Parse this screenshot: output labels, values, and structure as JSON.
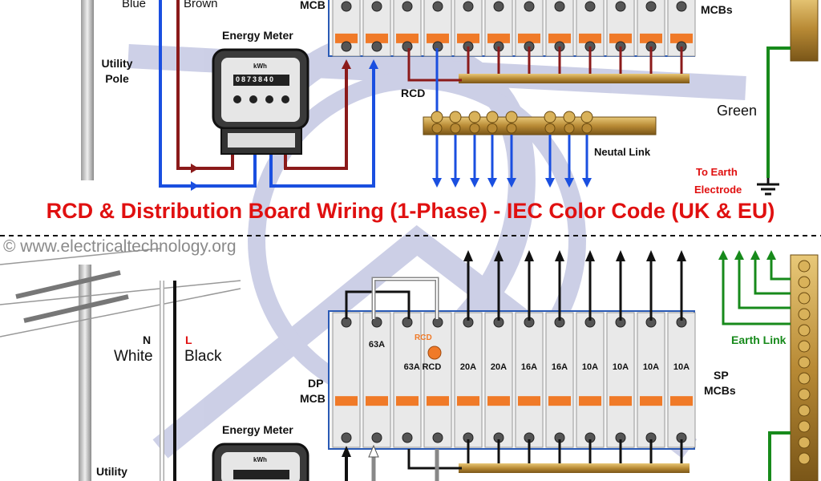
{
  "diagram": {
    "title": "RCD & Distribution Board Wiring (1-Phase) - IEC Color Code (UK & EU)",
    "copyright": "© www.electricaltechnology.org",
    "top": {
      "wire_blue": "Blue",
      "wire_brown": "Brown",
      "mcb": "MCB",
      "mcbs": "MCBs",
      "energy_meter": "Energy Meter",
      "kwh": "kWh",
      "meter_digits": "0873840",
      "utility_pole": "Utility Pole",
      "rcd": "RCD",
      "neutral_link": "Neutal Link",
      "green": "Green",
      "to_earth": "To Earth",
      "electrode": "Electrode"
    },
    "bottom": {
      "n": "N",
      "white": "White",
      "l": "L",
      "black": "Black",
      "dp": "DP",
      "mcb": "MCB",
      "sp": "SP",
      "mcbs": "MCBs",
      "earth_link": "Earth Link",
      "energy_meter": "Energy Meter",
      "kwh": "kWh",
      "utility": "Utility",
      "rcd": "RCD",
      "breaker_ratings": [
        "63A",
        "63A RCD",
        "20A",
        "20A",
        "16A",
        "16A",
        "10A",
        "10A",
        "10A",
        "10A"
      ]
    },
    "colors": {
      "title": "#e01010",
      "live_brown": "#8b1a1a",
      "neutral_blue": "#1a4fe0",
      "earth_green": "#178a1b",
      "live_black": "#111111",
      "neutral_white": "#ffffff",
      "breaker_orange": "#f07a28",
      "busbar_brass": "#c8a04a"
    }
  }
}
